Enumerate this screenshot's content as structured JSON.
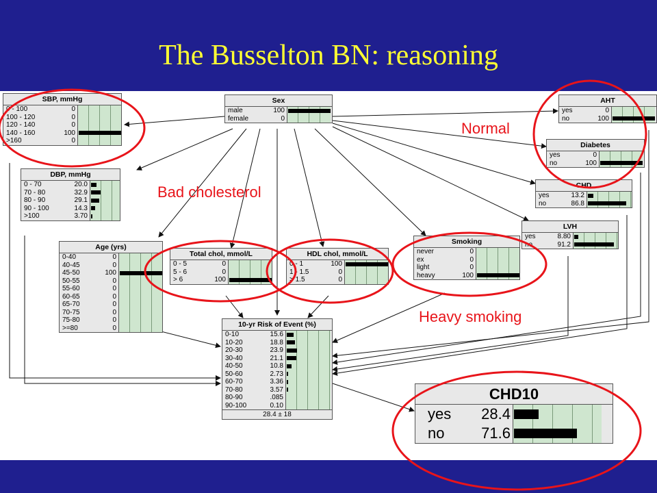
{
  "title": "The Busselton BN: reasoning",
  "colors": {
    "background": "#1f1f8f",
    "title": "#ffff33",
    "annotation": "#e8141a",
    "bar_area": "#cfe6cf",
    "bar": "#000000"
  },
  "annotations": {
    "normal": "Normal",
    "bad_cholesterol": "Bad cholesterol",
    "heavy_smoking": "Heavy smoking"
  },
  "nodes": {
    "sbp": {
      "title": "SBP, mmHg",
      "states": [
        {
          "label": "0 - 100",
          "value": "0",
          "p": 0
        },
        {
          "label": "100 - 120",
          "value": "0",
          "p": 0
        },
        {
          "label": "120 - 140",
          "value": "0",
          "p": 0
        },
        {
          "label": "140 - 160",
          "value": "100",
          "p": 100
        },
        {
          "label": ">160",
          "value": "0",
          "p": 0
        }
      ]
    },
    "sex": {
      "title": "Sex",
      "states": [
        {
          "label": "male",
          "value": "100",
          "p": 100
        },
        {
          "label": "female",
          "value": "0",
          "p": 0
        }
      ]
    },
    "aht": {
      "title": "AHT",
      "states": [
        {
          "label": "yes",
          "value": "0",
          "p": 0
        },
        {
          "label": "no",
          "value": "100",
          "p": 100
        }
      ]
    },
    "diabetes": {
      "title": "Diabetes",
      "states": [
        {
          "label": "yes",
          "value": "0",
          "p": 0
        },
        {
          "label": "no",
          "value": "100",
          "p": 100
        }
      ]
    },
    "dbp": {
      "title": "DBP, mmHg",
      "states": [
        {
          "label": "0 - 70",
          "value": "20.0",
          "p": 20.0
        },
        {
          "label": "70 - 80",
          "value": "32.9",
          "p": 32.9
        },
        {
          "label": "80 - 90",
          "value": "29.1",
          "p": 29.1
        },
        {
          "label": "90 - 100",
          "value": "14.3",
          "p": 14.3
        },
        {
          "label": ">100",
          "value": "3.70",
          "p": 3.7
        }
      ]
    },
    "chd": {
      "title": "CHD",
      "states": [
        {
          "label": "yes",
          "value": "13.2",
          "p": 13.2
        },
        {
          "label": "no",
          "value": "86.8",
          "p": 86.8
        }
      ]
    },
    "lvh": {
      "title": "LVH",
      "states": [
        {
          "label": "yes",
          "value": "8.80",
          "p": 8.8
        },
        {
          "label": "no",
          "value": "91.2",
          "p": 91.2
        }
      ]
    },
    "age": {
      "title": "Age (yrs)",
      "states": [
        {
          "label": "0-40",
          "value": "0",
          "p": 0
        },
        {
          "label": "40-45",
          "value": "0",
          "p": 0
        },
        {
          "label": "45-50",
          "value": "100",
          "p": 100
        },
        {
          "label": "50-55",
          "value": "0",
          "p": 0
        },
        {
          "label": "55-60",
          "value": "0",
          "p": 0
        },
        {
          "label": "60-65",
          "value": "0",
          "p": 0
        },
        {
          "label": "65-70",
          "value": "0",
          "p": 0
        },
        {
          "label": "70-75",
          "value": "0",
          "p": 0
        },
        {
          "label": "75-80",
          "value": "0",
          "p": 0
        },
        {
          "label": ">=80",
          "value": "0",
          "p": 0
        }
      ]
    },
    "totchol": {
      "title": "Total chol, mmol/L",
      "states": [
        {
          "label": "0 - 5",
          "value": "0",
          "p": 0
        },
        {
          "label": "5 - 6",
          "value": "0",
          "p": 0
        },
        {
          "label": "> 6",
          "value": "100",
          "p": 100
        }
      ]
    },
    "hdl": {
      "title": "HDL chol, mmol/L",
      "states": [
        {
          "label": "0 - 1",
          "value": "100",
          "p": 100
        },
        {
          "label": "1 - 1.5",
          "value": "0",
          "p": 0
        },
        {
          "label": "> 1.5",
          "value": "0",
          "p": 0
        }
      ]
    },
    "smoking": {
      "title": "Smoking",
      "states": [
        {
          "label": "never",
          "value": "0",
          "p": 0
        },
        {
          "label": "ex",
          "value": "0",
          "p": 0
        },
        {
          "label": "light",
          "value": "0",
          "p": 0
        },
        {
          "label": "heavy",
          "value": "100",
          "p": 100
        }
      ]
    },
    "risk": {
      "title": "10-yr Risk of Event (%)",
      "footer": "28.4 ± 18",
      "states": [
        {
          "label": "0-10",
          "value": "15.6",
          "p": 15.6
        },
        {
          "label": "10-20",
          "value": "18.8",
          "p": 18.8
        },
        {
          "label": "20-30",
          "value": "23.9",
          "p": 23.9
        },
        {
          "label": "30-40",
          "value": "21.1",
          "p": 21.1
        },
        {
          "label": "40-50",
          "value": "10.8",
          "p": 10.8
        },
        {
          "label": "50-60",
          "value": "2.73",
          "p": 2.73
        },
        {
          "label": "60-70",
          "value": "3.36",
          "p": 3.36
        },
        {
          "label": "70-80",
          "value": "3.57",
          "p": 3.57
        },
        {
          "label": "80-90",
          "value": ".085",
          "p": 0.085
        },
        {
          "label": "90-100",
          "value": "0.10",
          "p": 0.1
        }
      ]
    },
    "chd10": {
      "title": "CHD10",
      "states": [
        {
          "label": "yes",
          "value": "28.4",
          "p": 28.4
        },
        {
          "label": "no",
          "value": "71.6",
          "p": 71.6
        }
      ]
    }
  }
}
